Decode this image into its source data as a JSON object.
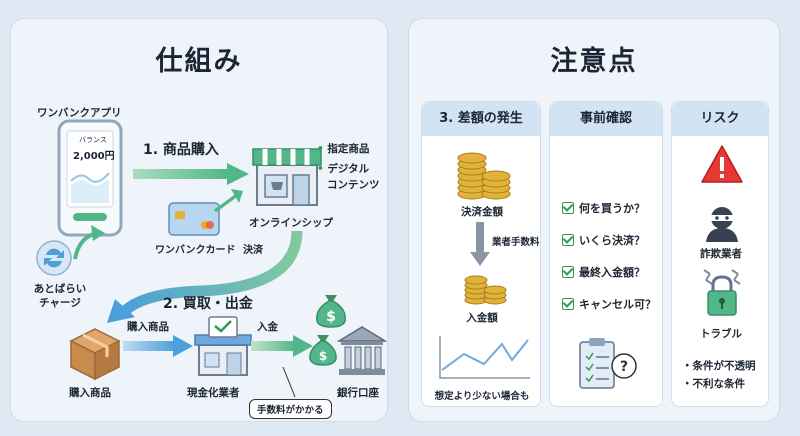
{
  "left": {
    "title": "仕組み",
    "app_name": "ワンバンクアプリ",
    "balance_label": "バランス",
    "balance_value": "2,000円",
    "step1": "1. 商品購入",
    "store_items": [
      "指定商品",
      "デジタル",
      "コンテンツ"
    ],
    "shop_label": "オンラインシップ",
    "card_label": "ワンバンクカード",
    "settle_label": "決済",
    "recharge_lines": [
      "あとばらい",
      "チャージ"
    ],
    "step2": "2. 買取・出金",
    "goods_label": "購入商品",
    "arrow_goods_label": "購入商品",
    "dealer_label": "現金化業者",
    "deposit_label": "入金",
    "bank_label": "銀行口座",
    "fee_label": "手数料がかかる"
  },
  "right": {
    "title": "注意点",
    "columns": [
      {
        "heading": "3. 差額の発生",
        "top_label": "決済金額",
        "arrow_label": "業者手数料",
        "bottom_label": "入金額",
        "chart_caption": "想定より少ない場合も"
      },
      {
        "heading": "事前確認",
        "checks": [
          "何を買うか？",
          "いくら決済？",
          "最終入金額？",
          "キャンセル可？"
        ]
      },
      {
        "heading": "リスク",
        "fraud_label": "詐欺業者",
        "trouble_label": "トラブル",
        "bullets": [
          "・条件が不透明",
          "・不利な条件"
        ]
      }
    ]
  },
  "colors": {
    "green": "#52b788",
    "blue": "#4c9fd8",
    "gold": "#e0b23a",
    "red": "#e53935"
  },
  "icons": [
    "smartphone-icon",
    "store-icon",
    "credit-card-icon",
    "recycle-icon",
    "box-icon",
    "dealer-shop-icon",
    "money-bag-icon",
    "bank-icon",
    "coin-stack-icon",
    "line-chart-icon",
    "clipboard-icon",
    "warning-icon",
    "thief-icon",
    "padlock-icon"
  ]
}
